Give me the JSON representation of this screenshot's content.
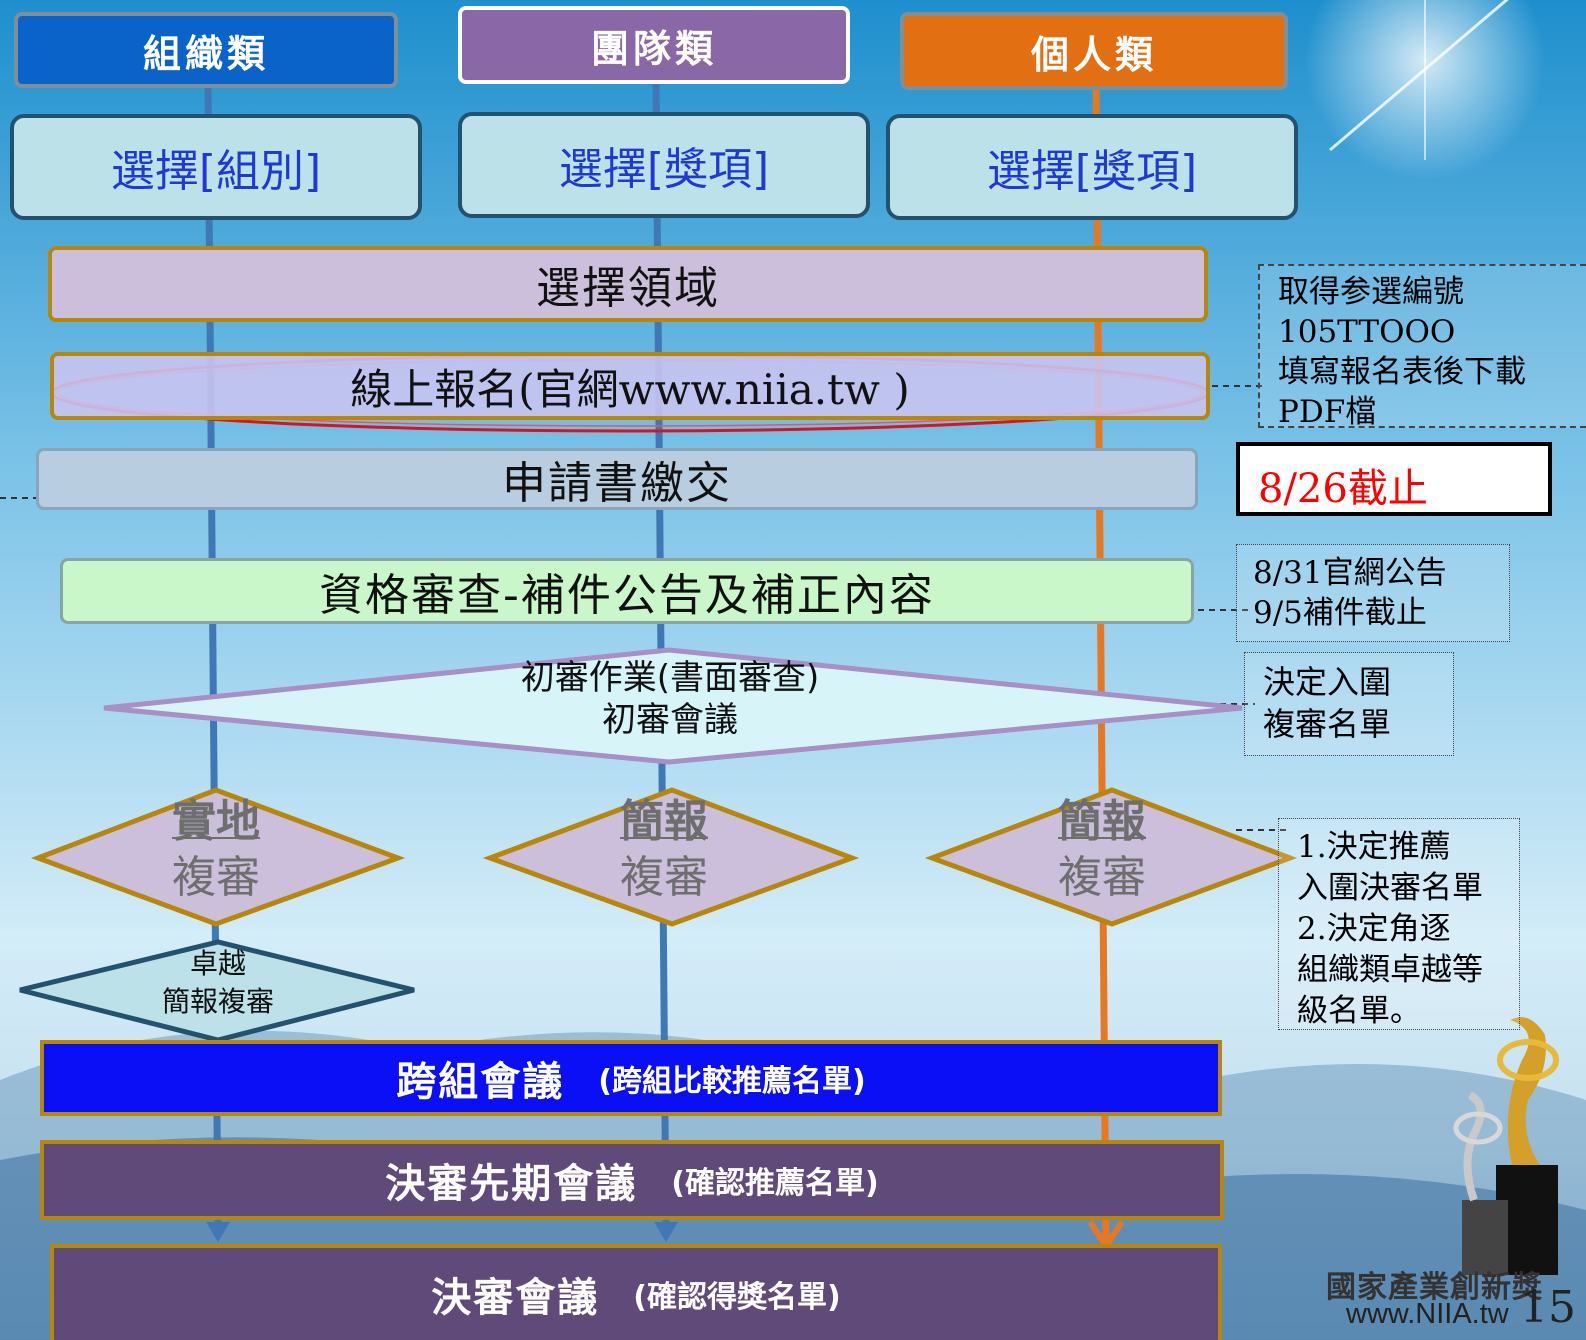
{
  "colors": {
    "org": "#0a63c9",
    "team": "#8a67a6",
    "personal": "#e26f12",
    "line_blue": "#3f78b5",
    "line_orange": "#e87722",
    "deadline_red": "#ff0000"
  },
  "categories": [
    {
      "label": "組織類"
    },
    {
      "label": "團隊類"
    },
    {
      "label": "個人類"
    }
  ],
  "select_boxes": [
    {
      "label": "選擇[組別]"
    },
    {
      "label": "選擇[獎項]"
    },
    {
      "label": "選擇[獎項]"
    }
  ],
  "steps": {
    "field": "選擇領域",
    "online_reg": "線上報名(官網www.niia.tw )",
    "submit": "申請書繳交",
    "qualify": "資格審查-補件公告及補正內容",
    "prelim_line1": "初審作業(書面審查)",
    "prelim_line2": "初審會議"
  },
  "review_diamonds": [
    {
      "top": "實地",
      "bottom": "複審"
    },
    {
      "top": "簡報",
      "bottom": "複審"
    },
    {
      "top": "簡報",
      "bottom": "複審"
    }
  ],
  "excellence_diamond": {
    "line1": "卓越",
    "line2": "簡報複審"
  },
  "meetings": {
    "cross_group": {
      "title": "跨組會議",
      "sub": "(跨組比較推薦名單)"
    },
    "pre_final": {
      "title": "決審先期會議",
      "sub": "(確認推薦名單)"
    },
    "final": {
      "title": "決審會議",
      "sub": "(確認得獎名單)"
    }
  },
  "notes": {
    "registration": [
      "取得参選編號",
      "105TTOOO",
      "填寫報名表後下載",
      "PDF檔"
    ],
    "deadline": "8/26截止",
    "announce": [
      "8/31官網公告",
      "9/5補件截止"
    ],
    "finalists": [
      "決定入圍",
      "複審名單"
    ],
    "decisions": [
      "1.決定推薦",
      "入圍決審名單",
      "2.決定角逐",
      "組織類卓越等",
      "級名單。"
    ]
  },
  "footer": {
    "brand": "國家產業創新獎",
    "url": "www.NIIA.tw",
    "page_number": "15"
  }
}
